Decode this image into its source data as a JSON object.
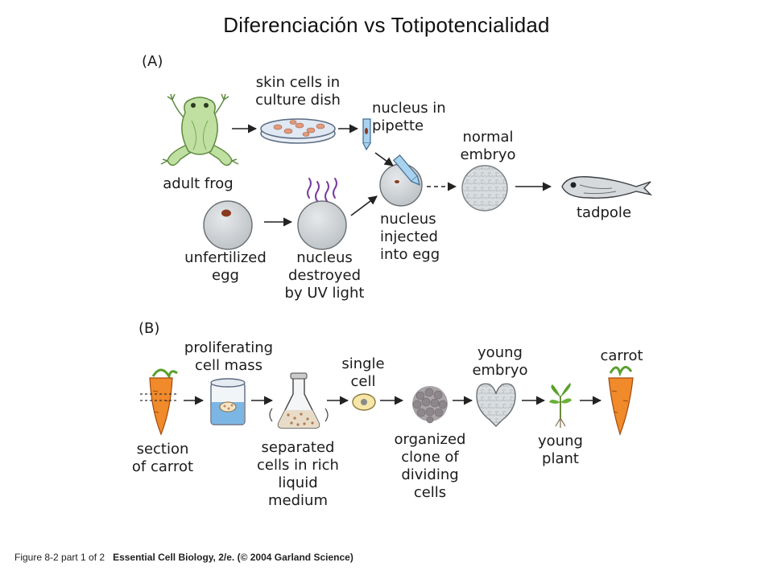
{
  "title": "Diferenciación vs Totipotencialidad",
  "panel_a": {
    "tag": "(A)",
    "adult_frog": "adult frog",
    "skin_cells": [
      "skin cells in",
      "culture dish"
    ],
    "nucleus_pipette": [
      "nucleus in",
      "pipette"
    ],
    "normal_embryo": [
      "normal",
      "embryo"
    ],
    "tadpole": "tadpole",
    "unfertilized_egg": [
      "unfertilized",
      "egg"
    ],
    "nucleus_destroyed": [
      "nucleus",
      "destroyed",
      "by UV light"
    ],
    "nucleus_injected": [
      "nucleus",
      "injected",
      "into egg"
    ]
  },
  "panel_b": {
    "tag": "(B)",
    "section_carrot": [
      "section",
      "of carrot"
    ],
    "proliferating": [
      "proliferating",
      "cell mass"
    ],
    "separated": [
      "separated",
      "cells in rich",
      "liquid",
      "medium"
    ],
    "single_cell": [
      "single",
      "cell"
    ],
    "organized_clone": [
      "organized",
      "clone of",
      "dividing",
      "cells"
    ],
    "young_embryo": [
      "young",
      "embryo"
    ],
    "young_plant": [
      "young",
      "plant"
    ],
    "carrot": "carrot"
  },
  "footer": {
    "figure": "Figure 8-2 part 1 of 2",
    "source": "Essential Cell Biology, 2/e. (© 2004 Garland Science)"
  },
  "colors": {
    "frog_fill": "#bfe0a0",
    "frog_stroke": "#5f8a3f",
    "cell_gray": "#cfd3d6",
    "nucleus_brown": "#8a3a1e",
    "uv_purple": "#7a3aa0",
    "carrot_orange": "#f08a2a",
    "carrot_leaf": "#5aa02c",
    "dish_blue": "#9fc4e8",
    "arrow": "#222222"
  }
}
